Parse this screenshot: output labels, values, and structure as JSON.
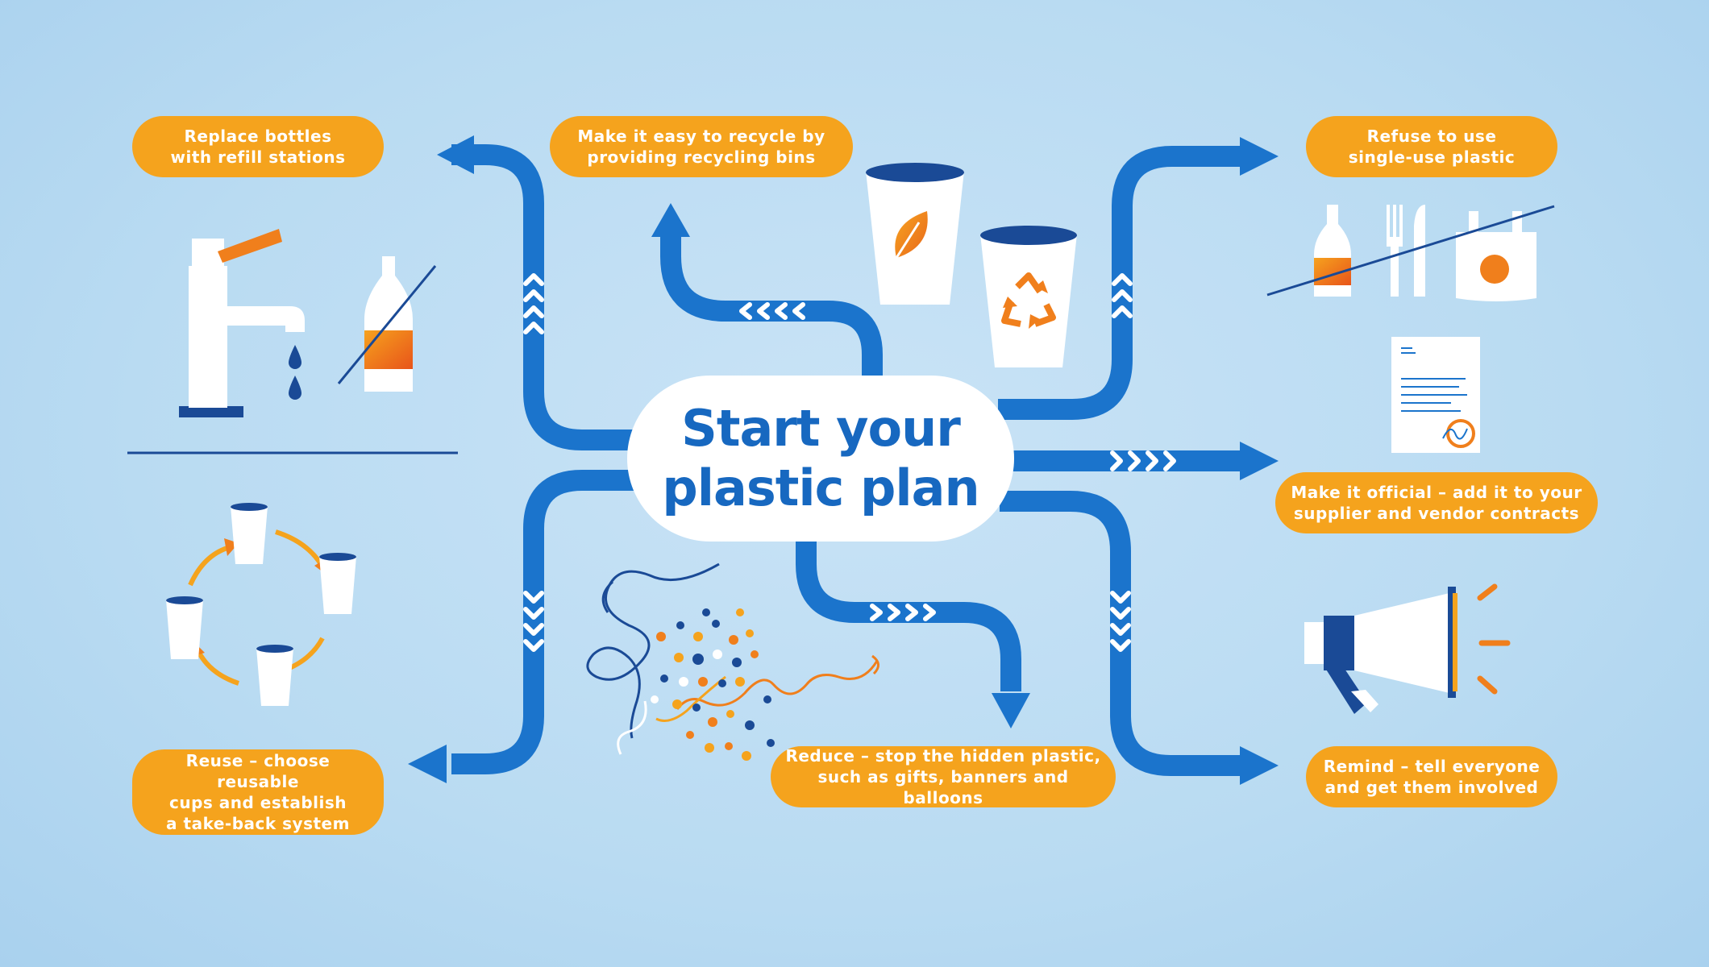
{
  "title": "Start your\nplastic plan",
  "colors": {
    "background": "#bcdcf2",
    "path_blue": "#1b74cc",
    "pill_orange": "#f5a31d",
    "accent_orange": "#f07f1c",
    "navy": "#1a4a96",
    "white": "#ffffff"
  },
  "steps": [
    {
      "id": "replace",
      "text": "Replace bottles\nwith refill stations",
      "icon": "tap-and-crossed-bottle-icon"
    },
    {
      "id": "recycle",
      "text": "Make it easy to recycle by\nproviding recycling bins",
      "icon": "recycling-cups-icon"
    },
    {
      "id": "refuse",
      "text": "Refuse to use\nsingle-use plastic",
      "icon": "crossed-out-single-use-items-icon"
    },
    {
      "id": "official",
      "text": "Make it official – add it to your\nsupplier and vendor contracts",
      "icon": "signed-contract-icon"
    },
    {
      "id": "remind",
      "text": "Remind – tell everyone\nand get them involved",
      "icon": "megaphone-icon"
    },
    {
      "id": "reduce",
      "text": "Reduce – stop the hidden plastic,\nsuch as gifts, banners and balloons",
      "icon": "confetti-and-streamers-icon"
    },
    {
      "id": "reuse",
      "text": "Reuse – choose reusable\ncups and establish\na take-back system",
      "icon": "reusable-cups-cycle-icon"
    }
  ]
}
